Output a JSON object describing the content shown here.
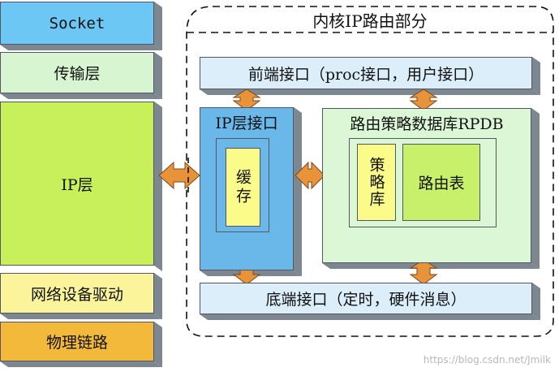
{
  "left_stack": {
    "socket": "Socket",
    "transport": "传输层",
    "ip": "IP层",
    "netdev": "网络设备驱动",
    "phys": "物理链路"
  },
  "kernel": {
    "title": "内核IP路由部分",
    "frontend": "前端接口（proc接口，用户接口）",
    "ip_iface": "IP层接口",
    "cache": "缓存",
    "rpdb": "路由策略数据库RPDB",
    "policy": "策略库",
    "route_table": "路由表",
    "backend": "底端接口（定时，硬件消息）"
  },
  "watermark": "https://blog.csdn.net/Jmilk",
  "colors": {
    "socket": "#6cc7f5",
    "transport": "#d6f5d0",
    "ip": "#c7f05a",
    "netdev": "#fbf49a",
    "phys": "#f3b93b",
    "pale_blue": "#dbeefa",
    "mid_blue": "#6ab7ea",
    "pale_green": "#dcf7d6",
    "yellow": "#fbfb8a",
    "lime": "#c8f06a",
    "arrow": "#e8923a"
  }
}
